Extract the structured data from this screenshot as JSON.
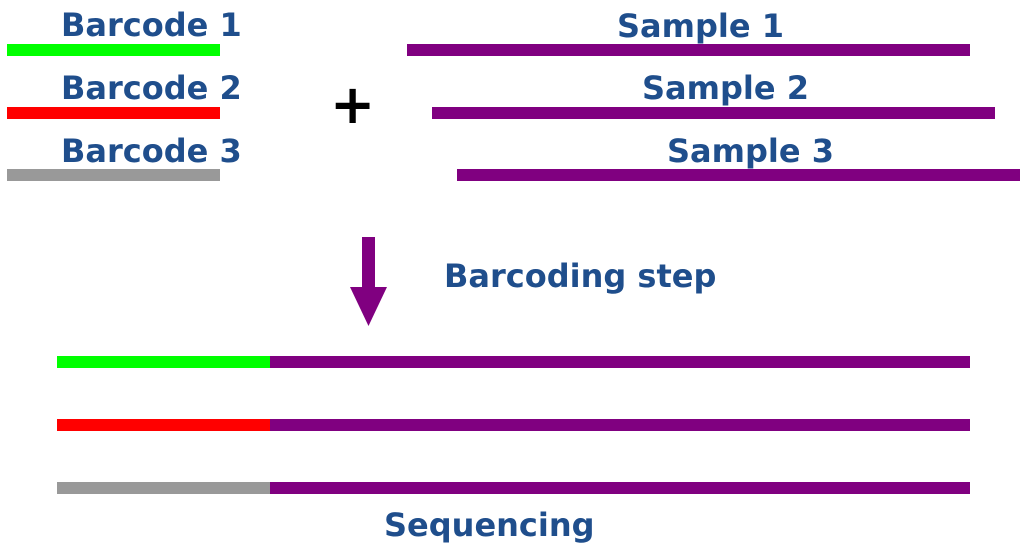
{
  "barcodes": [
    {
      "label": "Barcode 1",
      "color": "#00ff00"
    },
    {
      "label": "Barcode 2",
      "color": "#ff0000"
    },
    {
      "label": "Barcode 3",
      "color": "#999999"
    }
  ],
  "samples": [
    {
      "label": "Sample 1",
      "color": "#800080"
    },
    {
      "label": "Sample 2",
      "color": "#800080"
    },
    {
      "label": "Sample 3",
      "color": "#800080"
    }
  ],
  "operator": {
    "symbol": "+"
  },
  "step": {
    "label": "Barcoding step",
    "arrow_icon": "arrow-down-icon",
    "arrow_color": "#800080"
  },
  "combined": [
    {
      "barcode_color": "#00ff00",
      "sample_color": "#800080"
    },
    {
      "barcode_color": "#ff0000",
      "sample_color": "#800080"
    },
    {
      "barcode_color": "#999999",
      "sample_color": "#800080"
    }
  ],
  "footer": {
    "label": "Sequencing"
  },
  "colors": {
    "text": "#1f4e8c"
  }
}
